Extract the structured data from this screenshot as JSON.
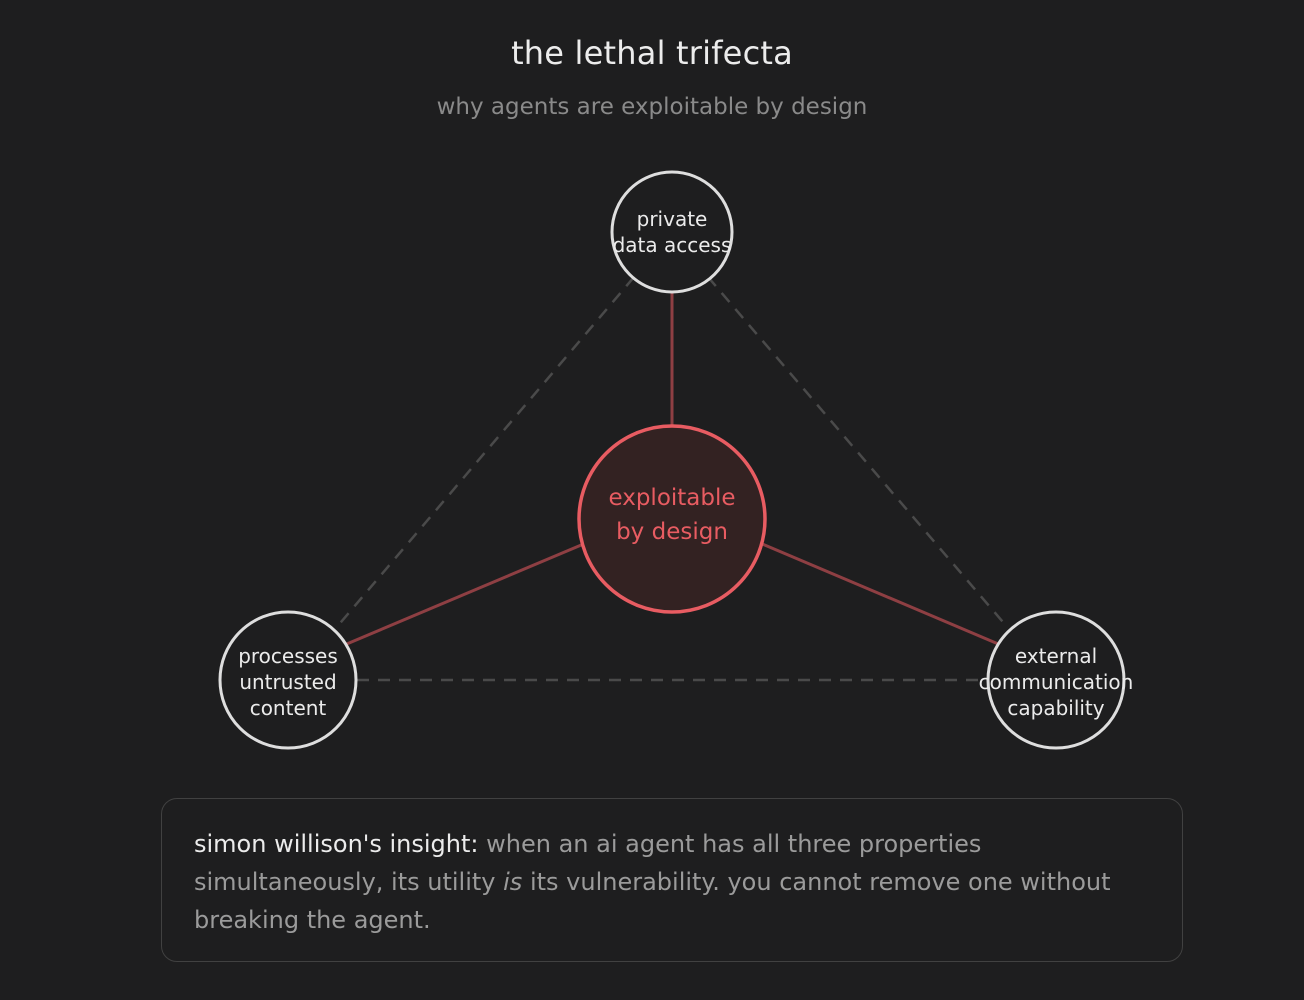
{
  "header": {
    "title": "the lethal trifecta",
    "subtitle": "why agents are exploitable by design"
  },
  "nodes": {
    "top": {
      "lines": [
        "private",
        "data access"
      ]
    },
    "left": {
      "lines": [
        "processes",
        "untrusted",
        "content"
      ]
    },
    "right": {
      "lines": [
        "external",
        "communication",
        "capability"
      ]
    },
    "center": {
      "lines": [
        "exploitable",
        "by design"
      ]
    }
  },
  "insight": {
    "lead": "simon willison's insight:",
    "before_em": " when an ai agent has all three properties simultaneously, its utility ",
    "em": "is",
    "after_em": " its vulnerability. you cannot remove one without breaking the agent."
  },
  "colors": {
    "background": "#1e1e1f",
    "node_stroke": "#dedede",
    "accent": "#e85c62",
    "accent_fill": "#332222",
    "connector": "#8e3f43",
    "dashed_edge": "#4a4a4a"
  }
}
